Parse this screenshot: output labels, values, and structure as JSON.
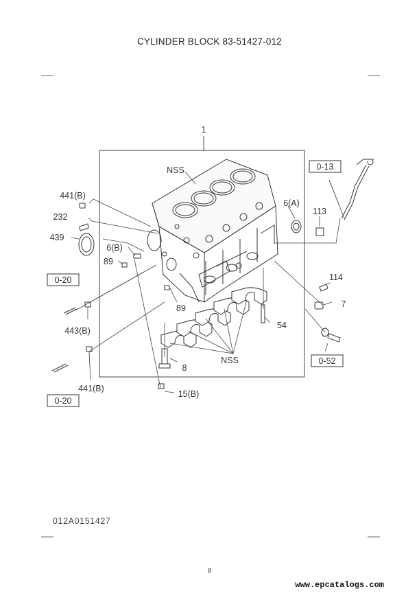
{
  "title": "CYLINDER BLOCK  83-51427-012",
  "doc_number": "012A0151427",
  "page_number": "8",
  "watermark": "www.epcatalogs.com",
  "labels": {
    "main": "1",
    "nss_top": "NSS",
    "l441b_top": "441(B)",
    "l232": "232",
    "l439": "439",
    "l6b": "6(B)",
    "l89_left": "89",
    "l89_mid": "89",
    "l6a": "6(A)",
    "l113": "113",
    "l114": "114",
    "l7": "7",
    "l54": "54",
    "l443b": "443(B)",
    "l8": "8",
    "nss_bottom": "NSS",
    "l441b_bottom": "441(B)",
    "l15b": "15(B)"
  },
  "refs": {
    "r013": "0-13",
    "r020_top": "0-20",
    "r052": "0-52",
    "r020_bottom": "0-20"
  }
}
